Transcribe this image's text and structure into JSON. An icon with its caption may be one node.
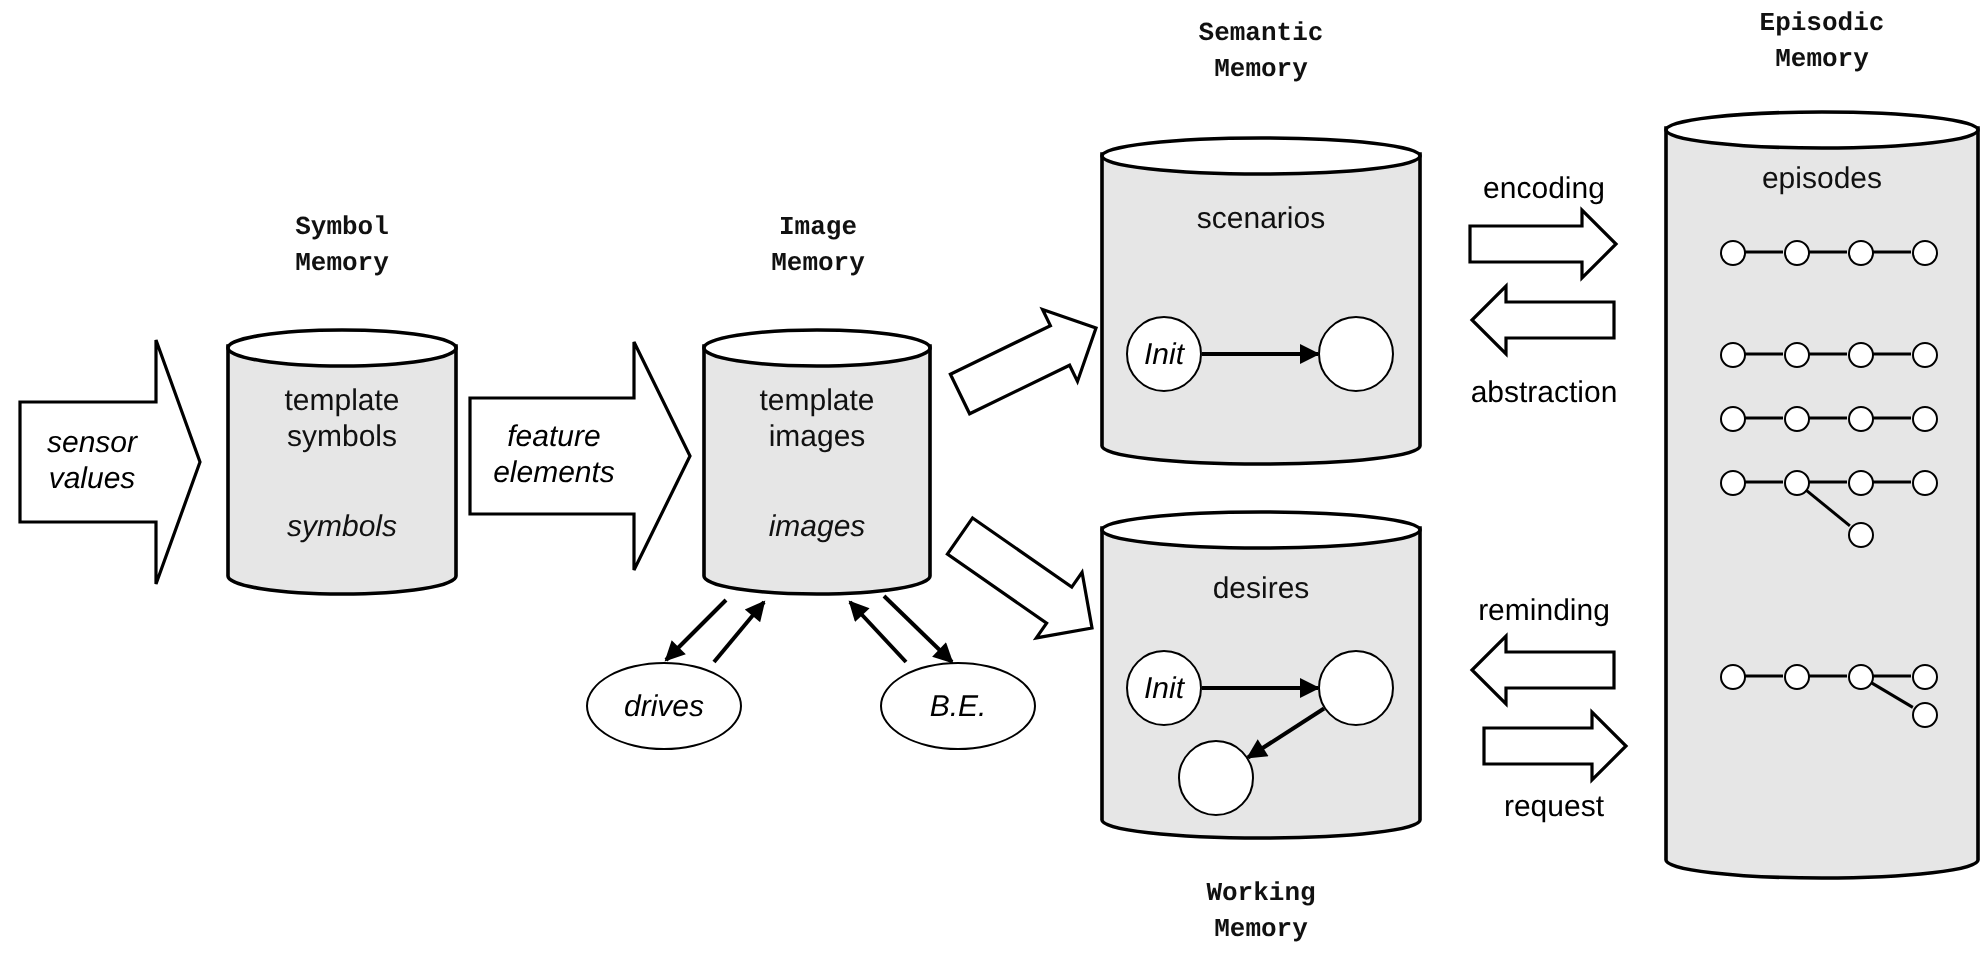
{
  "diagram": {
    "nodes": [
      {
        "text": [
          "Symbol Memory",
          "template symbols",
          "symbols"
        ]
      },
      {
        "text": [
          "Image Memory",
          "template images",
          "images"
        ]
      },
      {
        "text": [
          "drives"
        ]
      },
      {
        "text": [
          "B.E."
        ]
      },
      {
        "text": [
          "Semantic Memory",
          "scenarios"
        ]
      },
      {
        "text": [
          "Init"
        ],
        "in": 4
      },
      {
        "text": [],
        "shape": "circle",
        "in": 4
      },
      {
        "text": [
          "desires",
          "Working Memory"
        ]
      },
      {
        "text": [
          "Init"
        ],
        "in": 7
      },
      {
        "text": [],
        "shape": "circle",
        "in": 7
      },
      {
        "text": [],
        "shape": "circle",
        "in": 7
      },
      {
        "text": [
          "Episodic Memory",
          "episodes"
        ]
      },
      {
        "text": [],
        "shape": "circle",
        "in": 11
      },
      {
        "text": [],
        "shape": "circle",
        "in": 11
      },
      {
        "text": [],
        "shape": "circle",
        "in": 11
      },
      {
        "text": [],
        "shape": "circle",
        "in": 11
      },
      {
        "text": [],
        "shape": "circle",
        "in": 11
      },
      {
        "text": [],
        "shape": "circle",
        "in": 11
      },
      {
        "text": [],
        "shape": "circle",
        "in": 11
      },
      {
        "text": [],
        "shape": "circle",
        "in": 11
      },
      {
        "text": [],
        "shape": "circle",
        "in": 11
      },
      {
        "text": [],
        "shape": "circle",
        "in": 11
      },
      {
        "text": [],
        "shape": "circle",
        "in": 11
      },
      {
        "text": [],
        "shape": "circle",
        "in": 11
      },
      {
        "text": [],
        "shape": "circle",
        "in": 11
      },
      {
        "text": [],
        "shape": "circle",
        "in": 11
      },
      {
        "text": [],
        "shape": "circle",
        "in": 11
      },
      {
        "text": [],
        "shape": "circle",
        "in": 11
      },
      {
        "text": [],
        "shape": "circle",
        "in": 11
      },
      {
        "text": [],
        "shape": "circle",
        "in": 11
      },
      {
        "text": [],
        "shape": "circle",
        "in": 11
      },
      {
        "text": [],
        "shape": "circle",
        "in": 11
      },
      {
        "text": [],
        "shape": "circle",
        "in": 11
      },
      {
        "text": [],
        "shape": "circle",
        "in": 11
      }
    ],
    "edges": [
      {
        "from": null,
        "to": 0,
        "arrow": "to",
        "style": "thick",
        "label": "sensor values"
      },
      {
        "from": 0,
        "to": 1,
        "arrow": "to",
        "style": "thick",
        "label": "feature elements"
      },
      {
        "from": 1,
        "to": 4,
        "arrow": "to",
        "style": "thick"
      },
      {
        "from": 1,
        "to": 7,
        "arrow": "to",
        "style": "thick"
      },
      {
        "from": 4,
        "to": 11,
        "arrow": "to",
        "style": "thick",
        "label": "encoding"
      },
      {
        "from": 11,
        "to": 4,
        "arrow": "to",
        "style": "thick",
        "label": "abstraction"
      },
      {
        "from": 11,
        "to": 7,
        "arrow": "to",
        "style": "thick",
        "label": "reminding"
      },
      {
        "from": 7,
        "to": 11,
        "arrow": "to",
        "style": "thick",
        "label": "request"
      },
      {
        "from": 1,
        "to": 2,
        "arrow": "to"
      },
      {
        "from": 2,
        "to": 1,
        "arrow": "to"
      },
      {
        "from": 1,
        "to": 3,
        "arrow": "to"
      },
      {
        "from": 3,
        "to": 1,
        "arrow": "to"
      },
      {
        "from": 5,
        "to": 6,
        "arrow": "to"
      },
      {
        "from": 8,
        "to": 9,
        "arrow": "to"
      },
      {
        "from": 9,
        "to": 10,
        "arrow": "to"
      },
      {
        "from": 12,
        "to": 13,
        "arrow": "none"
      },
      {
        "from": 13,
        "to": 14,
        "arrow": "none"
      },
      {
        "from": 14,
        "to": 15,
        "arrow": "none"
      },
      {
        "from": 16,
        "to": 17,
        "arrow": "none"
      },
      {
        "from": 17,
        "to": 18,
        "arrow": "none"
      },
      {
        "from": 18,
        "to": 19,
        "arrow": "none"
      },
      {
        "from": 20,
        "to": 21,
        "arrow": "none"
      },
      {
        "from": 21,
        "to": 22,
        "arrow": "none"
      },
      {
        "from": 22,
        "to": 23,
        "arrow": "none"
      },
      {
        "from": 24,
        "to": 25,
        "arrow": "none"
      },
      {
        "from": 25,
        "to": 26,
        "arrow": "none"
      },
      {
        "from": 26,
        "to": 27,
        "arrow": "none"
      },
      {
        "from": 25,
        "to": 28,
        "arrow": "none"
      },
      {
        "from": 29,
        "to": 30,
        "arrow": "none"
      },
      {
        "from": 30,
        "to": 31,
        "arrow": "none"
      },
      {
        "from": 31,
        "to": 32,
        "arrow": "none"
      },
      {
        "from": 31,
        "to": 33,
        "arrow": "none"
      }
    ]
  }
}
